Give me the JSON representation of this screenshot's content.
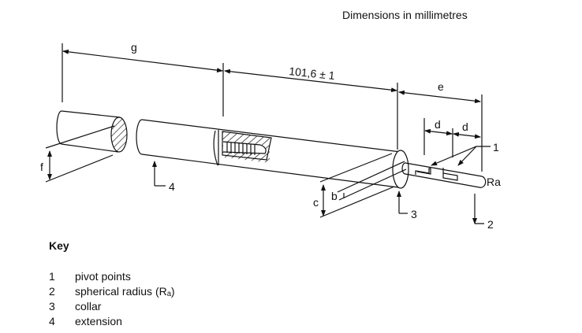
{
  "header": {
    "units_note": "Dimensions in millimetres"
  },
  "diagram": {
    "labels": {
      "g": "g",
      "length": "101,6 ± 1",
      "e": "e",
      "d1": "d",
      "d2": "d",
      "f": "f",
      "c": "c",
      "b": "b",
      "ra": "Ra"
    },
    "callouts": [
      "1",
      "2",
      "3",
      "4"
    ]
  },
  "key": {
    "title": "Key",
    "items": [
      {
        "num": "1",
        "label": "pivot points"
      },
      {
        "num": "2",
        "label": "spherical radius (Rₐ)"
      },
      {
        "num": "3",
        "label": "collar"
      },
      {
        "num": "4",
        "label": "extension"
      }
    ]
  }
}
